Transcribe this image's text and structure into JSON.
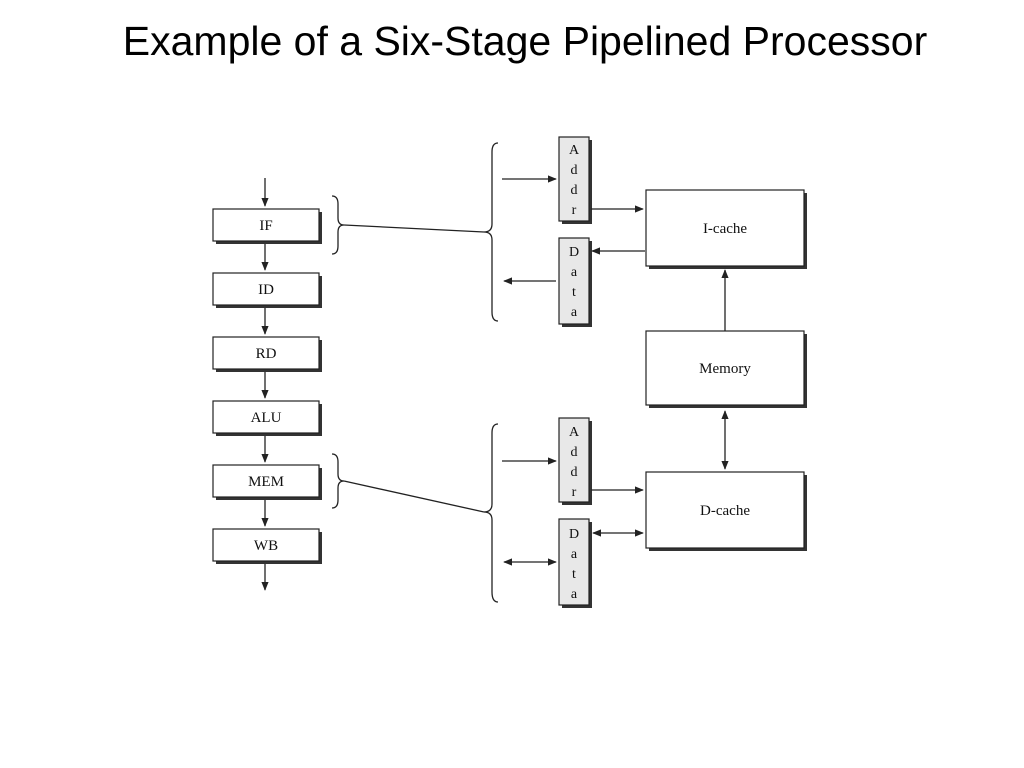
{
  "title": "Example of a Six-Stage Pipelined Processor",
  "stages": [
    "IF",
    "ID",
    "RD",
    "ALU",
    "MEM",
    "WB"
  ],
  "cache_top": {
    "addr_letters": [
      "A",
      "d",
      "d",
      "r"
    ],
    "data_letters": [
      "D",
      "a",
      "t",
      "a"
    ],
    "label": "I-cache"
  },
  "memory": {
    "label": "Memory"
  },
  "cache_bottom": {
    "addr_letters": [
      "A",
      "d",
      "d",
      "r"
    ],
    "data_letters": [
      "D",
      "a",
      "t",
      "a"
    ],
    "label": "D-cache"
  }
}
